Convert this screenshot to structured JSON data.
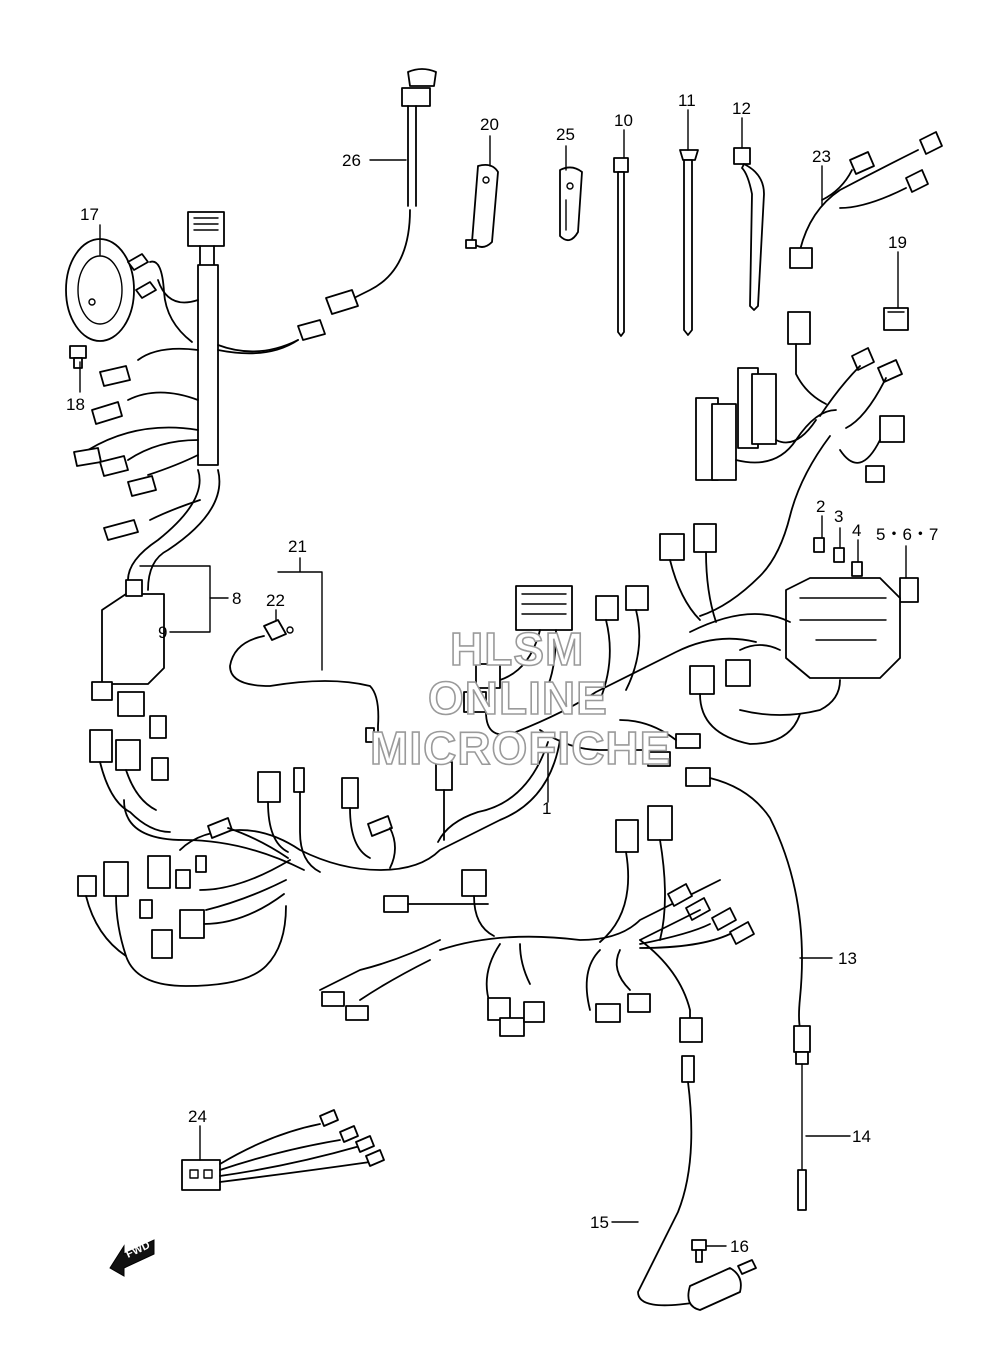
{
  "diagram": {
    "callouts": {
      "c1": "1",
      "c2": "2",
      "c3": "3",
      "c4": "4",
      "c5_6_7": "5・6・7",
      "c8": "8",
      "c9": "9",
      "c10": "10",
      "c11": "11",
      "c12": "12",
      "c13": "13",
      "c14": "14",
      "c15": "15",
      "c16": "16",
      "c17": "17",
      "c18": "18",
      "c19": "19",
      "c20": "20",
      "c21": "21",
      "c22": "22",
      "c23": "23",
      "c24": "24",
      "c25": "25",
      "c26": "26"
    },
    "watermark": {
      "line1": "HLSM",
      "line2": "ONLINE",
      "line3": "MICROFICHE"
    },
    "fwd_label": "FWD"
  }
}
